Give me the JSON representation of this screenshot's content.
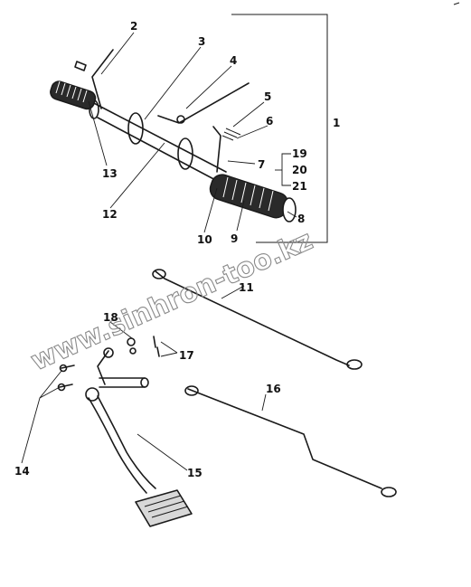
{
  "diagram": {
    "watermark": "www.sinhron-too.kz",
    "callouts": {
      "c1": "1",
      "c2": "2",
      "c3": "3",
      "c4": "4",
      "c5": "5",
      "c6": "6",
      "c7": "7",
      "c8": "8",
      "c9": "9",
      "c10": "10",
      "c11": "11",
      "c12": "12",
      "c13": "13",
      "c14": "14",
      "c15": "15",
      "c16": "16",
      "c17": "17",
      "c18": "18",
      "c19": "19",
      "c20": "20",
      "c21": "21"
    }
  }
}
